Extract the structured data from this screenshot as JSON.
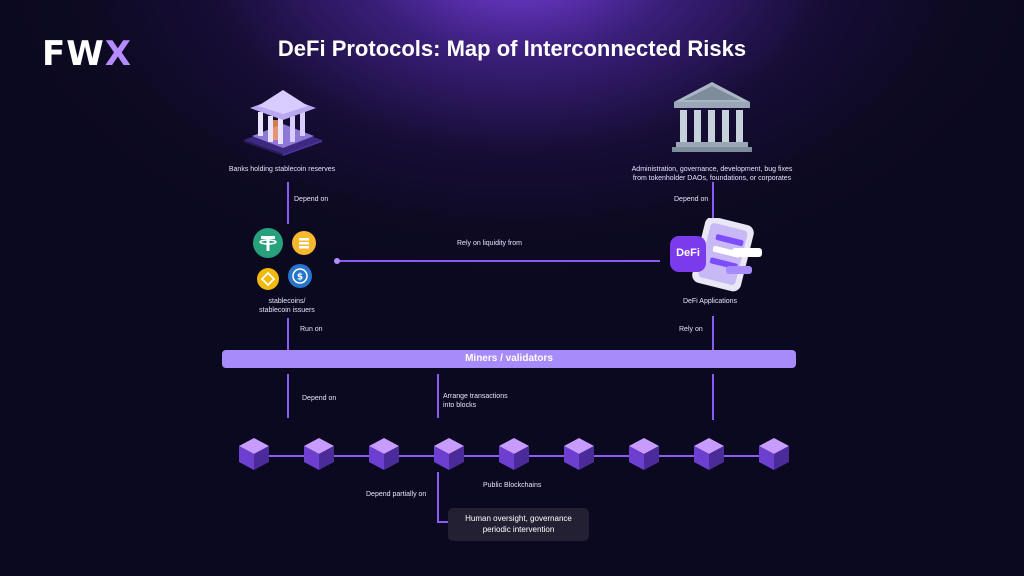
{
  "brand": {
    "logo_main": "FW",
    "logo_accent": "X"
  },
  "title": "DeFi Protocols: Map of Interconnected Risks",
  "nodes": {
    "banks": "Banks holding stablecoin reserves",
    "admin_line1": "Administration, governance, development, bug fixes",
    "admin_line2": "from tokenholder DAOs, foundations, or corporates",
    "stablecoins_line1": "stablecoins/",
    "stablecoins_line2": "stablecoin issuers",
    "defi_apps": "DeFi Applications",
    "defi_badge": "DeFi",
    "miners": "Miners / validators",
    "public_blockchains": "Public Blockchains",
    "oversight_line1": "Human oversight, governance",
    "oversight_line2": "periodic intervention"
  },
  "edges": {
    "banks_depend_on": "Depend on",
    "admin_depend_on": "Depend on",
    "rely_on_liquidity": "Rely on liquidity from",
    "run_on": "Run on",
    "rely_on": "Rely on",
    "depend_on_chain": "Depend on",
    "arrange_line1": "Arrange transactions",
    "arrange_line2": "into blocks",
    "depend_partially": "Depend partially on"
  },
  "colors": {
    "accent": "#8a5cf5",
    "miners_bar": "#a78bfa",
    "cube_top": "#c89bff",
    "cube_side": "#6d3fd0"
  },
  "icons": [
    "bank-icon-purple",
    "bank-icon-grey",
    "tether-coin-icon",
    "sol-coin-icon",
    "busd-coin-icon",
    "usdc-coin-icon",
    "phone-app-icon",
    "block-cube-icon"
  ],
  "chain": {
    "block_count": 9
  }
}
